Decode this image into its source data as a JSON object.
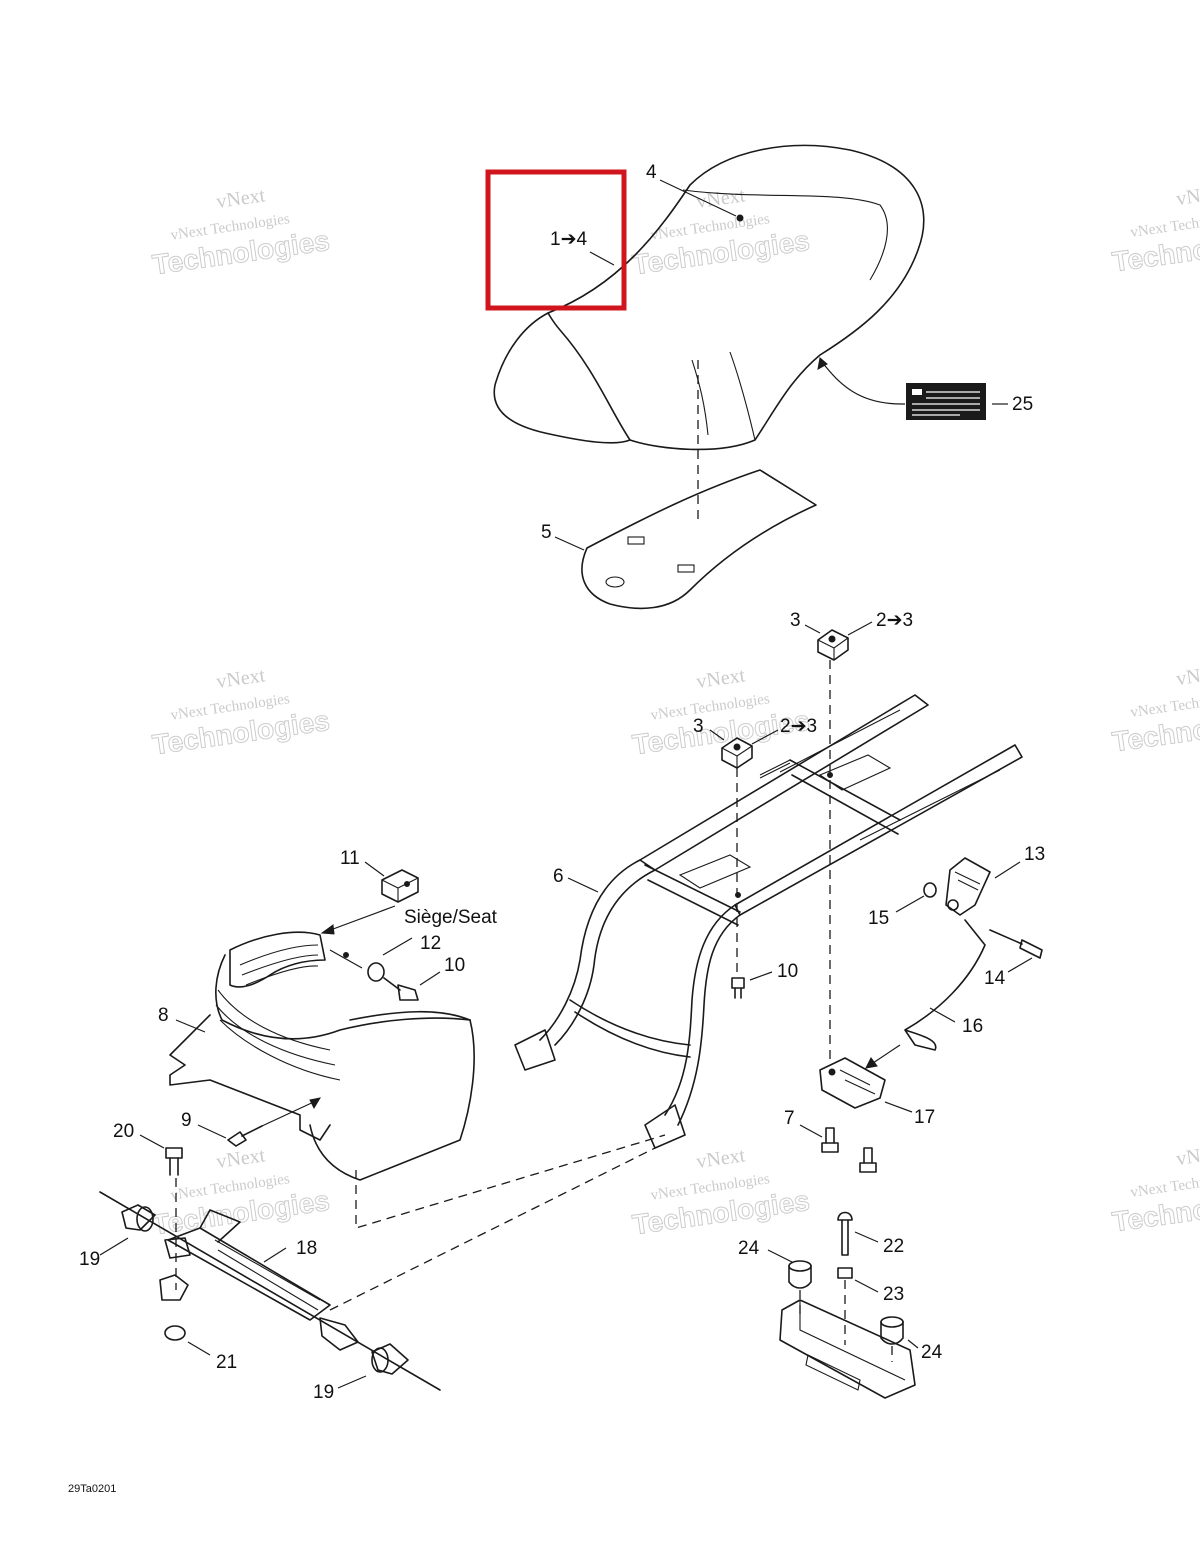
{
  "diagram": {
    "reference_code": "29Ta0201",
    "seat_label": "Siège/Seat",
    "watermark_line1": "vNext",
    "watermark_line2": "vNext Technologies",
    "watermark_line3": "Technologies",
    "highlight_color": "#d1151c",
    "callouts": {
      "c1to4": "1➔4",
      "c4": "4",
      "c25": "25",
      "c5": "5",
      "c3a": "3",
      "c2to3a": "2➔3",
      "c3b": "3",
      "c2to3b": "2➔3",
      "c11": "11",
      "c12": "12",
      "c10a": "10",
      "c10b": "10",
      "c6": "6",
      "c13": "13",
      "c15": "15",
      "c14": "14",
      "c16": "16",
      "c8": "8",
      "c9": "9",
      "c20": "20",
      "c17": "17",
      "c7": "7",
      "c18": "18",
      "c19a": "19",
      "c19b": "19",
      "c21": "21",
      "c22": "22",
      "c23": "23",
      "c24a": "24",
      "c24b": "24"
    }
  }
}
